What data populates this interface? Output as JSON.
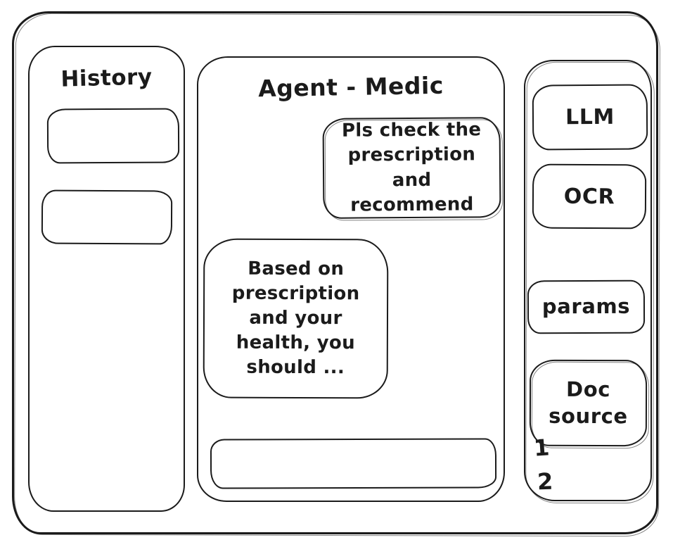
{
  "colors": {
    "ink": "#1b1b1b",
    "background": "#ffffff"
  },
  "sidebar": {
    "title": "History",
    "items": [
      {
        "label": ""
      },
      {
        "label": ""
      }
    ]
  },
  "chat": {
    "header": "Agent - Medic",
    "messages": [
      {
        "role": "user",
        "text": "Pls check the prescription and recommend"
      },
      {
        "role": "assistant",
        "text": "Based on prescription and your health, you should ..."
      }
    ],
    "input": {
      "value": "",
      "placeholder": ""
    }
  },
  "tools": {
    "buttons": [
      {
        "id": "llm",
        "label": "LLM"
      },
      {
        "id": "ocr",
        "label": "OCR"
      },
      {
        "id": "params",
        "label": "params"
      },
      {
        "id": "doc-source",
        "label": "Doc source"
      }
    ],
    "doc_source_items": [
      "1",
      "2"
    ]
  }
}
